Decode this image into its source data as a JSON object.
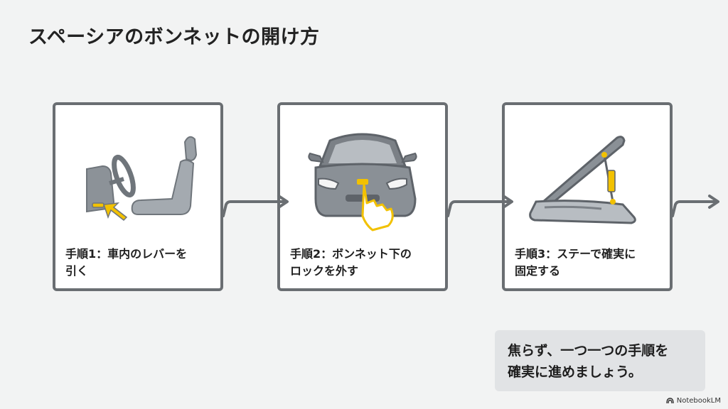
{
  "title": "スペーシアのボンネットの開け方",
  "steps": [
    {
      "line1": "手順1：車内のレバーを",
      "line2": "引く",
      "icon": "interior-lever-icon"
    },
    {
      "line1": "手順2：ボンネット下の",
      "line2": "ロックを外す",
      "icon": "car-front-lock-icon"
    },
    {
      "line1": "手順3：ステーで確実に",
      "line2": "固定する",
      "icon": "hood-stay-icon"
    }
  ],
  "note": {
    "line1": "焦らず、一つ一つの手順を",
    "line2": "確実に進めましょう。"
  },
  "brand": "NotebookLM",
  "colors": {
    "accent": "#f2c100",
    "border": "#6a6e72",
    "car": "#7b8086",
    "note_bg": "#e1e3e5"
  }
}
